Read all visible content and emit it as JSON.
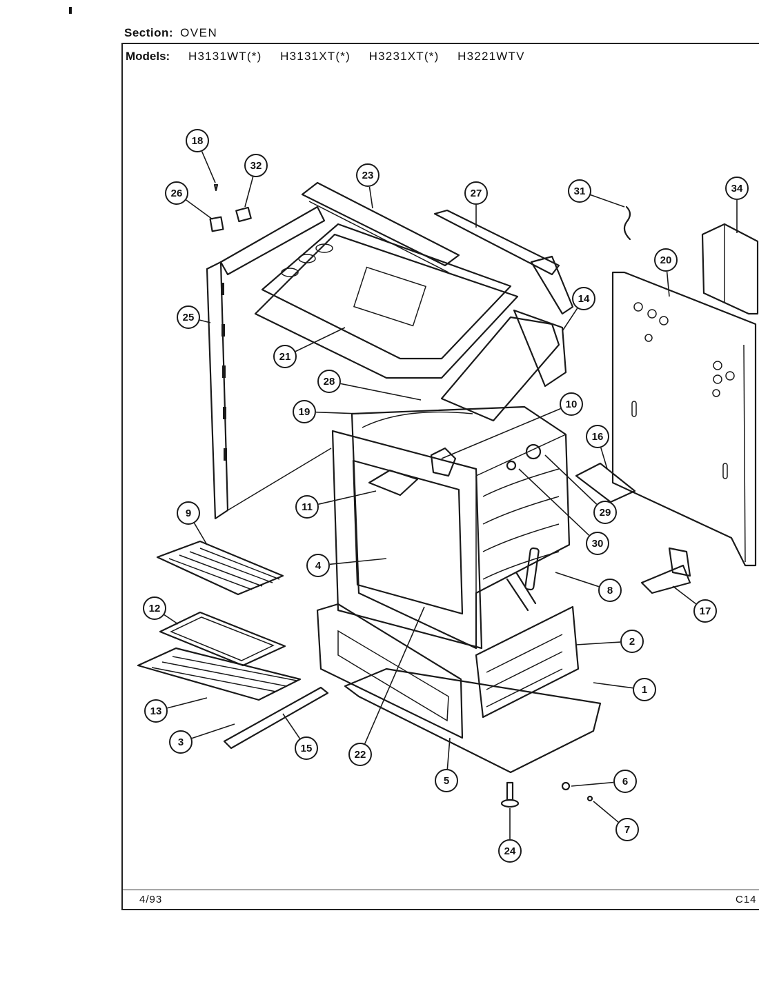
{
  "header": {
    "section_label": "Section:",
    "section_value": "OVEN",
    "models_label": "Models:",
    "models": [
      "H3131WT(*)",
      "H3131XT(*)",
      "H3231XT(*)",
      "H3221WTV"
    ]
  },
  "footer": {
    "date": "4/93",
    "code": "C14"
  },
  "callouts": [
    "1",
    "2",
    "3",
    "4",
    "5",
    "6",
    "7",
    "8",
    "9",
    "10",
    "11",
    "12",
    "13",
    "14",
    "15",
    "16",
    "17",
    "18",
    "19",
    "20",
    "21",
    "22",
    "23",
    "24",
    "25",
    "26",
    "27",
    "28",
    "29",
    "30",
    "31",
    "32",
    "34"
  ]
}
